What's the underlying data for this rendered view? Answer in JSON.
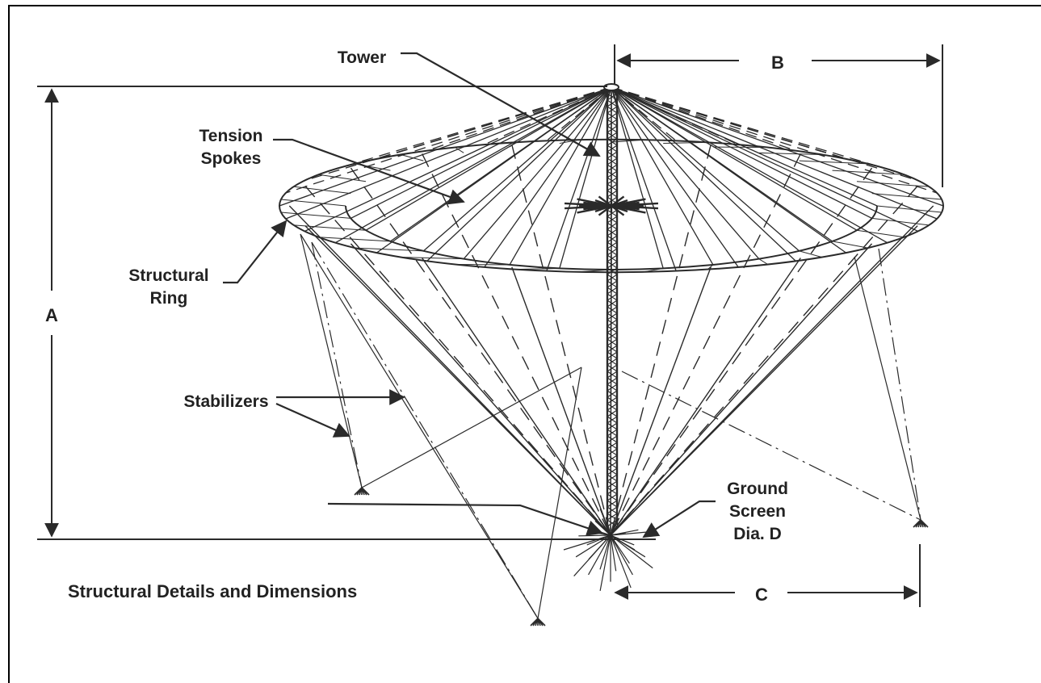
{
  "caption": "Structural Details and Dimensions",
  "labels": {
    "tower": "Tower",
    "tension": "Tension",
    "spokes": "Spokes",
    "structural": "Structural",
    "ring": "Ring",
    "stabilizers": "Stabilizers",
    "ground": "Ground",
    "screen": "Screen",
    "dia_d": "Dia. D"
  },
  "dimensions": {
    "a": "A",
    "b": "B",
    "c": "C"
  },
  "colors": {
    "ink": "#2a2a2a",
    "background": "#ffffff"
  }
}
